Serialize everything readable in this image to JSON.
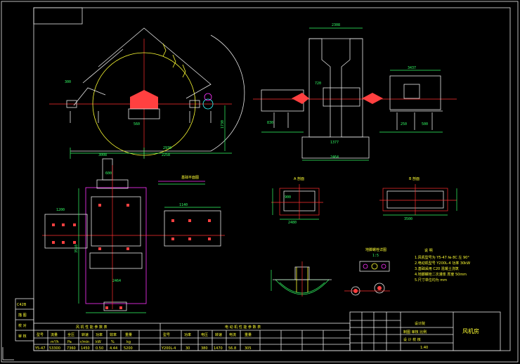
{
  "title_block": {
    "drawing_name": "风机房",
    "stamp": "设计院",
    "row1": "制图 审核 比例",
    "row2": "设 计 校 核",
    "scale": "1:40"
  },
  "side_stamp": [
    "C42B",
    "描 图",
    "校 对",
    "审 核"
  ],
  "views": {
    "section_a": "A 剖面",
    "section_b": "B 剖面",
    "notes_title": "说 明",
    "notes": [
      "1.风机型号为 Y5-47 № 8C 左 90°",
      "2.电动机型号 Y200L-4 功率 30kW",
      "3.基础采用 C20 混凝土浇筑",
      "4.地脚螺栓二次灌浆 厚度 50mm",
      "5.尺寸单位均为 mm"
    ],
    "bolt_detail": "地脚螺栓详图",
    "bolt_scale": "1:5",
    "foundation_plan": "基础平面图"
  },
  "tables": {
    "fan_title": "风 机 性 能 参 数 表",
    "motor_title": "电 动 机 性 能 参 数 表",
    "fan_headers": [
      "型号",
      "流量",
      "全压",
      "转速",
      "功率",
      "效率",
      "重量"
    ],
    "fan_units": [
      "",
      "m³/h",
      "Pa",
      "r/min",
      "kW",
      "%",
      "kg"
    ],
    "fan_values": [
      "Y5-47",
      "53300",
      "7360",
      "1450",
      "0.50",
      "4.44",
      "5200"
    ],
    "motor_headers": [
      "型号",
      "功率",
      "电压",
      "转速",
      "电流",
      "重量"
    ],
    "motor_values": [
      "Y200L-4",
      "30",
      "380",
      "1470",
      "56.8",
      "305"
    ]
  },
  "dims": {
    "plan_w1": "3008",
    "plan_w2": "2930",
    "plan_h": "1730",
    "plan_span": "2258",
    "elev_top": "2308",
    "elev_w": "2464",
    "elev_mid": "1377",
    "elev_r": "3437",
    "found_w": "2464",
    "found_h": "3510",
    "sec_a": "2480",
    "sec_b": "3500",
    "misc": [
      "300",
      "560",
      "830",
      "720",
      "250",
      "500",
      "1200",
      "1140",
      "600",
      "900"
    ]
  }
}
